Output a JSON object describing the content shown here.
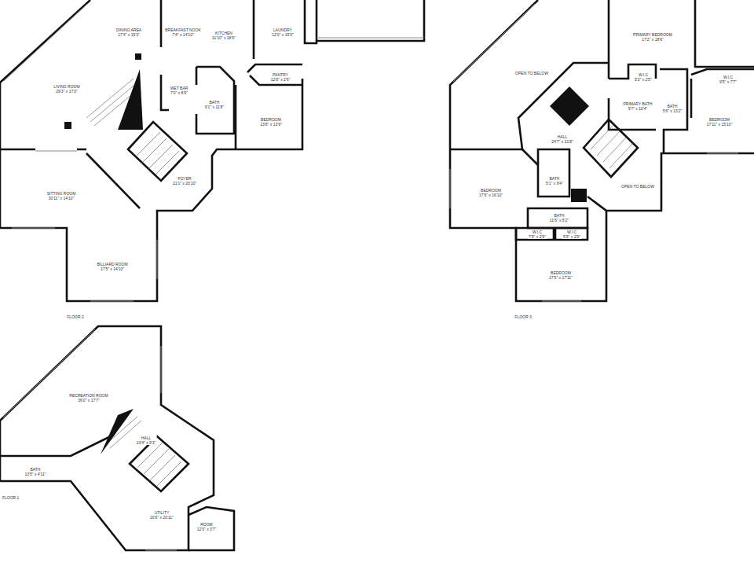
{
  "diagram": {
    "nodes": [
      {
        "text": [
          "DINING AREA",
          "17'4\" x 15'3\""
        ]
      },
      {
        "text": [
          "BREAKFAST NOOK",
          "7'4\" x 14'10\""
        ]
      },
      {
        "text": [
          "KITCHEN",
          "11'10\" x 18'9\""
        ]
      },
      {
        "text": [
          "LAUNDRY",
          "12'0\" x 15'0\""
        ]
      },
      {
        "text": [
          "LIVING ROOM",
          "29'3\" x 17'0\""
        ]
      },
      {
        "text": [
          "WET BAR",
          "7'0\" x 8'9\""
        ]
      },
      {
        "text": [
          "BATH",
          "9'1\" x 11'8\""
        ]
      },
      {
        "text": [
          "PANTRY",
          "12'8\" x 2'6\""
        ]
      },
      {
        "text": [
          "BEDROOM",
          "13'8\" x 13'9\""
        ]
      },
      {
        "text": [
          "FOYER",
          "21'1\" x 20'10\""
        ]
      },
      {
        "text": [
          "SITTING ROOM",
          "30'11\" x 14'10\""
        ]
      },
      {
        "text": [
          "BILLIARD ROOM",
          "17'5\" x 14'10\""
        ]
      },
      {
        "text": [
          "OPEN TO BELOW"
        ]
      },
      {
        "text": [
          "PRIMARY BEDROOM",
          "17'2\" x 18'6\""
        ]
      },
      {
        "text": [
          "W.I.C",
          "5'3\" x 2'5\""
        ]
      },
      {
        "text": [
          "W.I.C",
          "9'5\" x 7'7\""
        ]
      },
      {
        "text": [
          "PRIMARY BATH",
          "9'7\" x 10'4\""
        ]
      },
      {
        "text": [
          "BATH",
          "5'6\" x 13'2\""
        ]
      },
      {
        "text": [
          "BEDROOM",
          "17'11\" x 15'10\""
        ]
      },
      {
        "text": [
          "HALL",
          "24'7\" x 21'8\""
        ]
      },
      {
        "text": [
          "BEDROOM",
          "17'6\" x 16'10\""
        ]
      },
      {
        "text": [
          "BATH",
          "5'1\" x 9'4\""
        ]
      },
      {
        "text": [
          "OPEN TO BELOW"
        ]
      },
      {
        "text": [
          "BATH",
          "11'6\" x 5'2\""
        ]
      },
      {
        "text": [
          "W.I.C",
          "7'9\" x 2'9\""
        ]
      },
      {
        "text": [
          "W.I.C",
          "5'9\" x 2'9\""
        ]
      },
      {
        "text": [
          "BEDROOM",
          "17'5\" x 17'11\""
        ]
      },
      {
        "text": [
          "RECREATION ROOM",
          "36'0\" x 17'7\""
        ]
      },
      {
        "text": [
          "HALL",
          "13'4\" x 9'3\""
        ]
      },
      {
        "text": [
          "BATH",
          "13'5\" x 4'11\""
        ]
      },
      {
        "text": [
          "UTILITY",
          "20'6\" x 20'11\""
        ]
      },
      {
        "text": [
          "ROOM",
          "12'0\" x 3'7\""
        ]
      }
    ],
    "labels": [
      "FLOOR 2",
      "FLOOR 3",
      "FLOOR 1"
    ]
  }
}
